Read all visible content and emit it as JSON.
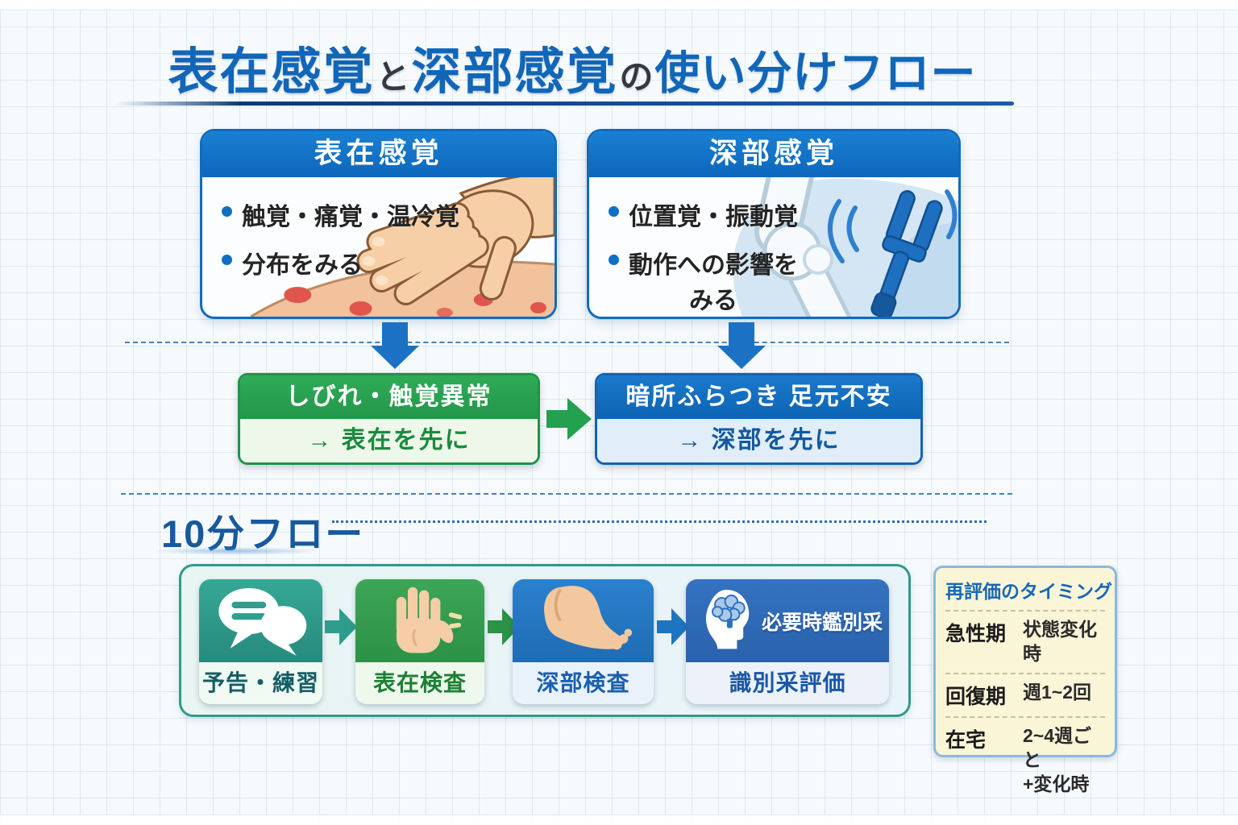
{
  "title": {
    "part1": "表在感覚",
    "part2": "と",
    "part3": "深部感覚",
    "part4": "の",
    "part5": "使い分けフロー"
  },
  "top_cards": {
    "superficial": {
      "header": "表在感覚",
      "bullet1": "触覚・痛覚・温冷覚",
      "bullet2": "分布をみる"
    },
    "deep": {
      "header": "深部感覚",
      "bullet1": "位置覚・振動覚",
      "bullet2_line1": "動作への影響を",
      "bullet2_line2": "みる"
    }
  },
  "result_boxes": {
    "green": {
      "header": "しびれ・触覚異常",
      "body": "→ 表在を先に"
    },
    "blue": {
      "header": "暗所ふらつき 足元不安",
      "body": "→ 深部を先に"
    }
  },
  "section": {
    "label": "10分フロー"
  },
  "flow": {
    "steps": [
      {
        "label": "予告・練習",
        "icon": "speech-bubbles-icon"
      },
      {
        "label": "表在検査",
        "icon": "hand-icon"
      },
      {
        "label": "深部検査",
        "icon": "foot-icon"
      },
      {
        "label": "識別采評価",
        "note": "必要時鑑別采",
        "icon": "brain-head-icon"
      }
    ]
  },
  "panel": {
    "title": "再評価のタイミング",
    "rows": [
      {
        "label": "急性期",
        "value": "状態変化時"
      },
      {
        "label": "回復期",
        "value": "週1~2回"
      },
      {
        "label": "在宅",
        "value": "2~4週ごと",
        "value2": "+変化時"
      }
    ]
  },
  "colors": {
    "blue": "#0e6fc4",
    "dark_navy": "#0c3a74",
    "green": "#27a14c",
    "teal": "#2f9e8e",
    "step4_blue": "#2e73c2",
    "light_green_bg": "#eef8ea",
    "light_blue_bg": "#e1eef9",
    "panel_cream": "#fbf5d8",
    "skin": "#f5cda6",
    "spot_red": "#e0564c"
  }
}
